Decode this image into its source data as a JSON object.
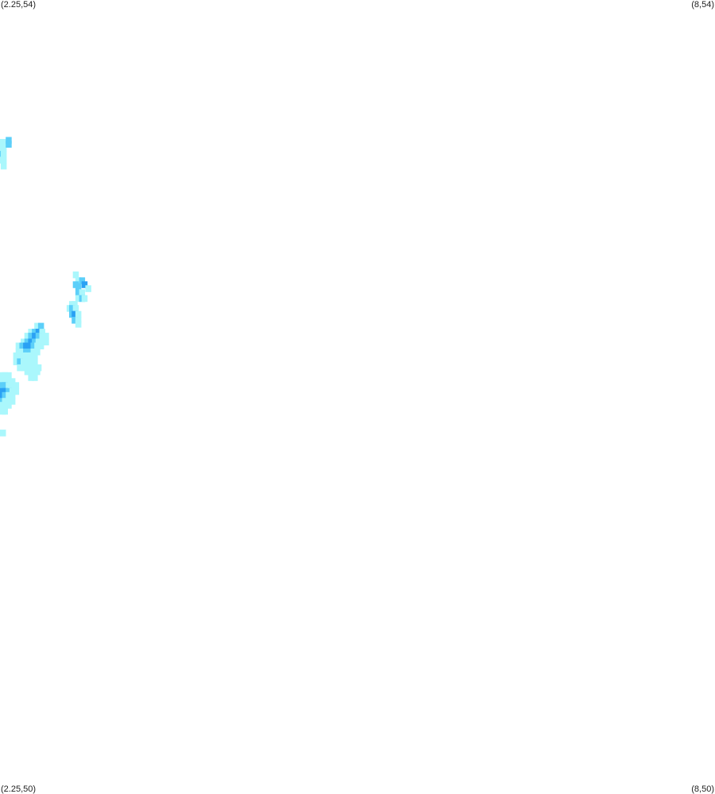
{
  "corners": {
    "top_left": "(2.25,54)",
    "top_right": "(8,54)",
    "bottom_left": "(2.25,50)",
    "bottom_right": "(8,50)"
  },
  "extent": {
    "lon_min": 2.25,
    "lon_max": 8,
    "lat_min": 50,
    "lat_max": 54
  },
  "palette": {
    "light": "#aaf7fc",
    "mid": "#5ccff9",
    "dark": "#2aa1f4"
  },
  "chart_data": {
    "type": "heatmap",
    "levels": [
      "light",
      "mid",
      "dark"
    ],
    "cells": [
      {
        "lon": 2.26,
        "lat": 53.28,
        "level": "light"
      },
      {
        "lon": 2.26,
        "lat": 53.25,
        "level": "light"
      },
      {
        "lon": 2.26,
        "lat": 53.22,
        "level": "mid"
      },
      {
        "lon": 2.26,
        "lat": 53.19,
        "level": "light"
      },
      {
        "lon": 2.28,
        "lat": 53.28,
        "level": "light"
      },
      {
        "lon": 2.28,
        "lat": 53.25,
        "level": "light"
      },
      {
        "lon": 2.28,
        "lat": 53.22,
        "level": "light"
      },
      {
        "lon": 2.28,
        "lat": 53.19,
        "level": "light"
      },
      {
        "lon": 2.28,
        "lat": 53.16,
        "level": "light"
      },
      {
        "lon": 2.32,
        "lat": 53.29,
        "level": "mid"
      },
      {
        "lon": 2.32,
        "lat": 53.27,
        "level": "mid"
      },
      {
        "lon": 2.86,
        "lat": 52.61,
        "level": "light"
      },
      {
        "lon": 2.88,
        "lat": 52.58,
        "level": "light"
      },
      {
        "lon": 2.91,
        "lat": 52.58,
        "level": "mid"
      },
      {
        "lon": 2.93,
        "lat": 52.56,
        "level": "dark"
      },
      {
        "lon": 2.86,
        "lat": 52.56,
        "level": "mid"
      },
      {
        "lon": 2.88,
        "lat": 52.55,
        "level": "mid"
      },
      {
        "lon": 2.96,
        "lat": 52.54,
        "level": "light"
      },
      {
        "lon": 2.88,
        "lat": 52.52,
        "level": "mid"
      },
      {
        "lon": 2.91,
        "lat": 52.52,
        "level": "light"
      },
      {
        "lon": 2.88,
        "lat": 52.49,
        "level": "light"
      },
      {
        "lon": 2.91,
        "lat": 52.49,
        "level": "mid"
      },
      {
        "lon": 2.93,
        "lat": 52.49,
        "level": "light"
      },
      {
        "lon": 2.83,
        "lat": 52.46,
        "level": "light"
      },
      {
        "lon": 2.85,
        "lat": 52.46,
        "level": "light"
      },
      {
        "lon": 2.81,
        "lat": 52.44,
        "level": "light"
      },
      {
        "lon": 2.83,
        "lat": 52.44,
        "level": "mid"
      },
      {
        "lon": 2.86,
        "lat": 52.44,
        "level": "light"
      },
      {
        "lon": 2.83,
        "lat": 52.41,
        "level": "mid"
      },
      {
        "lon": 2.85,
        "lat": 52.41,
        "level": "dark"
      },
      {
        "lon": 2.88,
        "lat": 52.41,
        "level": "light"
      },
      {
        "lon": 2.85,
        "lat": 52.38,
        "level": "mid"
      },
      {
        "lon": 2.88,
        "lat": 52.38,
        "level": "light"
      },
      {
        "lon": 2.88,
        "lat": 52.36,
        "level": "light"
      },
      {
        "lon": 2.55,
        "lat": 52.35,
        "level": "light"
      },
      {
        "lon": 2.58,
        "lat": 52.35,
        "level": "mid"
      },
      {
        "lon": 2.5,
        "lat": 52.32,
        "level": "light"
      },
      {
        "lon": 2.53,
        "lat": 52.32,
        "level": "mid"
      },
      {
        "lon": 2.56,
        "lat": 52.32,
        "level": "dark"
      },
      {
        "lon": 2.59,
        "lat": 52.32,
        "level": "light"
      },
      {
        "lon": 2.47,
        "lat": 52.3,
        "level": "light"
      },
      {
        "lon": 2.5,
        "lat": 52.3,
        "level": "mid"
      },
      {
        "lon": 2.53,
        "lat": 52.3,
        "level": "dark"
      },
      {
        "lon": 2.56,
        "lat": 52.3,
        "level": "mid"
      },
      {
        "lon": 2.59,
        "lat": 52.3,
        "level": "light"
      },
      {
        "lon": 2.62,
        "lat": 52.3,
        "level": "light"
      },
      {
        "lon": 2.44,
        "lat": 52.27,
        "level": "light"
      },
      {
        "lon": 2.47,
        "lat": 52.27,
        "level": "mid"
      },
      {
        "lon": 2.5,
        "lat": 52.27,
        "level": "dark"
      },
      {
        "lon": 2.53,
        "lat": 52.27,
        "level": "mid"
      },
      {
        "lon": 2.56,
        "lat": 52.27,
        "level": "light"
      },
      {
        "lon": 2.59,
        "lat": 52.27,
        "level": "light"
      },
      {
        "lon": 2.62,
        "lat": 52.27,
        "level": "light"
      },
      {
        "lon": 2.4,
        "lat": 52.25,
        "level": "light"
      },
      {
        "lon": 2.43,
        "lat": 52.25,
        "level": "mid"
      },
      {
        "lon": 2.46,
        "lat": 52.25,
        "level": "dark"
      },
      {
        "lon": 2.49,
        "lat": 52.25,
        "level": "dark"
      },
      {
        "lon": 2.52,
        "lat": 52.25,
        "level": "mid"
      },
      {
        "lon": 2.55,
        "lat": 52.25,
        "level": "light"
      },
      {
        "lon": 2.58,
        "lat": 52.25,
        "level": "light"
      },
      {
        "lon": 2.4,
        "lat": 52.22,
        "level": "light"
      },
      {
        "lon": 2.43,
        "lat": 52.22,
        "level": "light"
      },
      {
        "lon": 2.46,
        "lat": 52.22,
        "level": "mid"
      },
      {
        "lon": 2.49,
        "lat": 52.22,
        "level": "mid"
      },
      {
        "lon": 2.52,
        "lat": 52.22,
        "level": "light"
      },
      {
        "lon": 2.55,
        "lat": 52.22,
        "level": "light"
      },
      {
        "lon": 2.38,
        "lat": 52.2,
        "level": "light"
      },
      {
        "lon": 2.41,
        "lat": 52.2,
        "level": "light"
      },
      {
        "lon": 2.44,
        "lat": 52.2,
        "level": "light"
      },
      {
        "lon": 2.47,
        "lat": 52.2,
        "level": "light"
      },
      {
        "lon": 2.5,
        "lat": 52.2,
        "level": "light"
      },
      {
        "lon": 2.53,
        "lat": 52.2,
        "level": "light"
      },
      {
        "lon": 2.38,
        "lat": 52.17,
        "level": "light"
      },
      {
        "lon": 2.41,
        "lat": 52.17,
        "level": "mid"
      },
      {
        "lon": 2.44,
        "lat": 52.17,
        "level": "light"
      },
      {
        "lon": 2.47,
        "lat": 52.17,
        "level": "light"
      },
      {
        "lon": 2.5,
        "lat": 52.17,
        "level": "light"
      },
      {
        "lon": 2.53,
        "lat": 52.17,
        "level": "light"
      },
      {
        "lon": 2.41,
        "lat": 52.14,
        "level": "light"
      },
      {
        "lon": 2.44,
        "lat": 52.14,
        "level": "light"
      },
      {
        "lon": 2.47,
        "lat": 52.14,
        "level": "light"
      },
      {
        "lon": 2.5,
        "lat": 52.14,
        "level": "light"
      },
      {
        "lon": 2.53,
        "lat": 52.14,
        "level": "light"
      },
      {
        "lon": 2.56,
        "lat": 52.14,
        "level": "light"
      },
      {
        "lon": 2.47,
        "lat": 52.12,
        "level": "light"
      },
      {
        "lon": 2.5,
        "lat": 52.12,
        "level": "light"
      },
      {
        "lon": 2.53,
        "lat": 52.12,
        "level": "light"
      },
      {
        "lon": 2.55,
        "lat": 52.12,
        "level": "light"
      },
      {
        "lon": 2.5,
        "lat": 52.09,
        "level": "light"
      },
      {
        "lon": 2.53,
        "lat": 52.09,
        "level": "light"
      },
      {
        "lon": 2.26,
        "lat": 52.1,
        "level": "light"
      },
      {
        "lon": 2.29,
        "lat": 52.1,
        "level": "light"
      },
      {
        "lon": 2.32,
        "lat": 52.1,
        "level": "light"
      },
      {
        "lon": 2.26,
        "lat": 52.07,
        "level": "light"
      },
      {
        "lon": 2.29,
        "lat": 52.07,
        "level": "light"
      },
      {
        "lon": 2.32,
        "lat": 52.07,
        "level": "light"
      },
      {
        "lon": 2.35,
        "lat": 52.07,
        "level": "light"
      },
      {
        "lon": 2.26,
        "lat": 52.05,
        "level": "mid"
      },
      {
        "lon": 2.29,
        "lat": 52.05,
        "level": "mid"
      },
      {
        "lon": 2.32,
        "lat": 52.05,
        "level": "light"
      },
      {
        "lon": 2.35,
        "lat": 52.05,
        "level": "light"
      },
      {
        "lon": 2.38,
        "lat": 52.05,
        "level": "light"
      },
      {
        "lon": 2.26,
        "lat": 52.02,
        "level": "dark"
      },
      {
        "lon": 2.29,
        "lat": 52.02,
        "level": "dark"
      },
      {
        "lon": 2.32,
        "lat": 52.02,
        "level": "mid"
      },
      {
        "lon": 2.35,
        "lat": 52.02,
        "level": "light"
      },
      {
        "lon": 2.38,
        "lat": 52.02,
        "level": "light"
      },
      {
        "lon": 2.26,
        "lat": 52.0,
        "level": "dark"
      },
      {
        "lon": 2.29,
        "lat": 52.0,
        "level": "mid"
      },
      {
        "lon": 2.32,
        "lat": 52.0,
        "level": "light"
      },
      {
        "lon": 2.35,
        "lat": 52.0,
        "level": "light"
      },
      {
        "lon": 2.26,
        "lat": 51.97,
        "level": "mid"
      },
      {
        "lon": 2.29,
        "lat": 51.97,
        "level": "light"
      },
      {
        "lon": 2.32,
        "lat": 51.97,
        "level": "light"
      },
      {
        "lon": 2.35,
        "lat": 51.97,
        "level": "light"
      },
      {
        "lon": 2.26,
        "lat": 51.95,
        "level": "light"
      },
      {
        "lon": 2.29,
        "lat": 51.95,
        "level": "light"
      },
      {
        "lon": 2.32,
        "lat": 51.95,
        "level": "light"
      },
      {
        "lon": 2.26,
        "lat": 51.92,
        "level": "light"
      },
      {
        "lon": 2.29,
        "lat": 51.92,
        "level": "light"
      },
      {
        "lon": 2.26,
        "lat": 51.81,
        "level": "light"
      }
    ]
  }
}
